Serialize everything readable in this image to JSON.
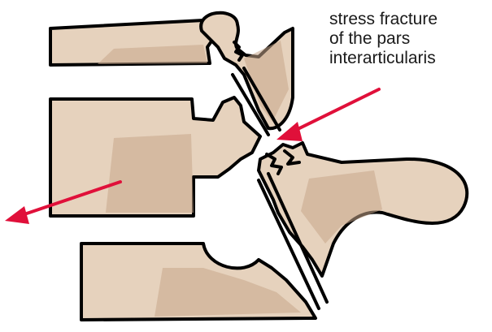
{
  "annotation": {
    "lines": [
      "stress fracture",
      "of the pars",
      "interarticularis"
    ]
  },
  "colors": {
    "bone": "#e6d2bd",
    "bone_shadow": "#c7a68a",
    "outline": "#000000",
    "arrow": "#e0103a"
  }
}
